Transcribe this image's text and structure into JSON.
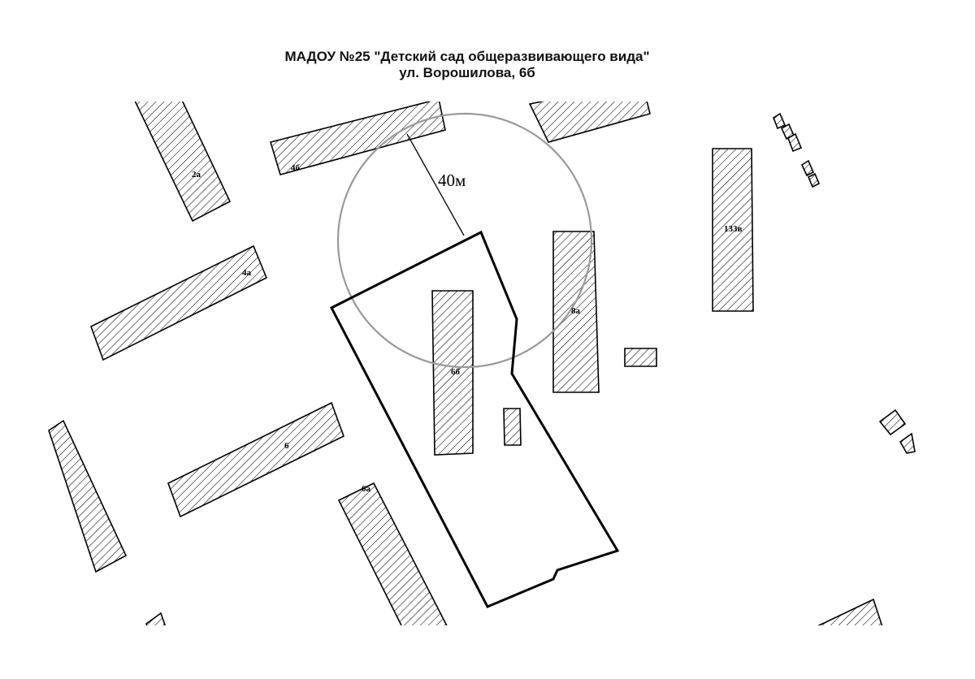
{
  "title": {
    "line1": "МАДОУ №25 \"Детский сад общеразвивающего вида\"",
    "line2": "ул. Ворошилова, 6б"
  },
  "radius_label": "40м",
  "building_labels": {
    "b2a": "2а",
    "b4b": "4б",
    "b4a": "4а",
    "b133v": "133в",
    "b8a": "8а",
    "b6b": "6б",
    "b6": "6",
    "b6a": "6а"
  },
  "colors": {
    "outline": "#000000",
    "radius_circle": "#9a9a9a",
    "hatch": "#000000"
  }
}
